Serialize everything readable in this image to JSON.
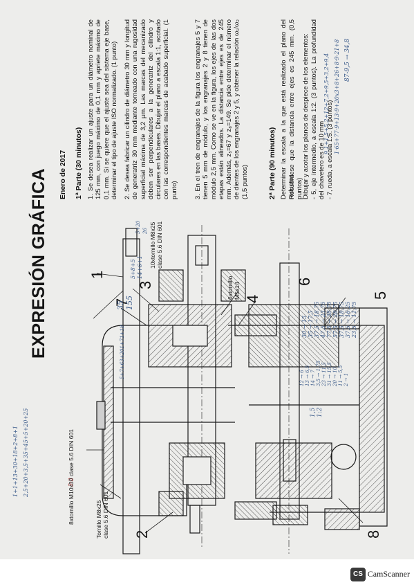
{
  "document": {
    "title": "EXPRESIÓN GRÁFICA",
    "date": "Enero de 2017",
    "part1_heading": "1ª Parte (30 minutos)",
    "q1": "1. Se desea realizar un ajuste para un diámetro nominal de 125 mm, con juego máximo de 0,1 mm y apriete máximo de 0,1 mm. Si se quiere que el ajuste sea del sistema eje base, determinar el tipo de ajuste ISO normalizado. (1 punto)",
    "q2": "2. Se desea fabricar un cilindro de diámetro 30 mm y longitud de generatriz 30 mm mediante torneado con una rugosidad superficial máxima de 3,2 µm. Las marcas del mecanizado deben ser perpendiculares a la generatriz del cilindro y circulares en las bases. Dibujar el plano a escala 1:1, acotado con las correspondientes marcas de acabado superficial. (1 punto)",
    "q3": "3. En el tren de engranajes de la figura los engranajes 5 y 7 tienen 5 mm de módulo, y los engranajes 2 y 8 tienen de módulo 2,5 mm. Como se ve en la figura, los ejes de las dos etapas están alineados. La distancia entre ejes es de 245 mm. Además, z₅=67 y z₈=149. Se pide determinar el número de dientes de los engranajes 2 y 5, y obtener la relación ω₁/ω₂ (1,5 puntos)",
    "part2_heading": "2ª Parte (90 minutos)",
    "p2_line1": "Determinar la escala a la que está realizado el plano del reductor.",
    "p2_line2": "Recuérdese que la distancia entre ejes es 245 mm. (0,5 puntos)",
    "p2_line3": "Dibujar y acotar los planos de despiece de los elementos:",
    "p2_item1": "- 5, eje intermedio, a escala 1:2. (3 puntos). La profundidad del chavetero es de 10 mm",
    "p2_item2": "- 7, rueda, a escala 1:5. (3 puntos)"
  },
  "drawing": {
    "label_8xtornillo": "8xtornillo M10x30 clase 5.6 DIN 601",
    "label_tornillo_1": "Tornillo M8x25",
    "label_tornillo_2": "clase 5.6 DIN 601",
    "label_10x_1": "10xtornillo M8x25",
    "label_10x_2": "clase 5.6 DIN 601",
    "label_6x_1": "6xtornillo",
    "label_6x_2": "M5x14",
    "n1": "1",
    "n2": "2",
    "n3": "3",
    "n4": "4",
    "n5": "5",
    "n6": "6",
    "n7": "7",
    "n8": "8"
  },
  "handwriting": {
    "top1": "87-9,5 → 34,8",
    "top2": "1·65+77·9+13-9+20x3+8+26+8·9-21+8",
    "top3": "9,1+1,5+5,2+12+7,2+9,5+3,2+9,4",
    "left1": "1+1+13+30+18+2+8+1",
    "left2": "2,5+20+3,5+35+45+5+20+25",
    "ratio1": "1,5",
    "ratio2": "1:2",
    "mid1": "35",
    "mid2": "155",
    "mid3": "5+8+5",
    "mid4": "14+6+1",
    "col1": [
      "30 → 15",
      "35 → 17,5",
      "37,5 → 18,75",
      "47,5 → 23,75",
      "77,5 → 38,75",
      "57,5 → 28,75",
      "37,5 → 18,75",
      "37,5 → 16,25",
      "23,5 → 11,75"
    ],
    "col2": [
      "12 → 6",
      "13 → 6,5",
      "14 → 7",
      "3,5 → 1,75",
      "23 → 11,5",
      "31 → 15,5",
      "20 → 10",
      "11 → 5,5",
      "2 → 1"
    ],
    "bottom1": "5+20",
    "bottom2": "26",
    "bottom3": "5-2",
    "near6": "5+7+63+201+71+18"
  },
  "footer": {
    "logo_text": "CS",
    "brand": "CamScanner"
  },
  "colors": {
    "paper": "#ededeb",
    "ink": "#141414",
    "pen_blue": "#3a5a8a",
    "pen_red": "#9a3030"
  }
}
